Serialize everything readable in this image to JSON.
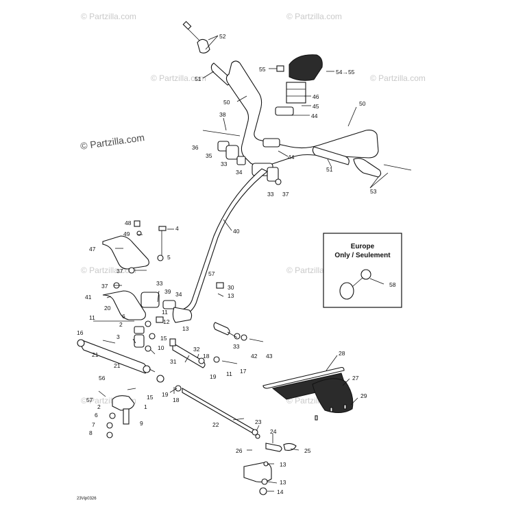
{
  "watermarks": [
    "© Partzilla.com",
    "© Partzilla.com",
    "© Partzilla.com",
    "© Partzilla.com",
    "© Partzilla.com",
    "© Partzilla.com",
    "© Partzilla.com",
    "© Partzilla.com"
  ],
  "watermark_main": "© Partzilla.com",
  "inset": {
    "title_line1": "Europe",
    "title_line2": "Only / Seulement",
    "callout": "58"
  },
  "drawing_code": "23Vip0326",
  "callouts": {
    "c52": "52",
    "c51a": "51",
    "c55": "55",
    "c54_55": "54→55",
    "c46": "46",
    "c45": "45",
    "c50a": "50",
    "c50b": "50",
    "c44a": "44",
    "c44b": "44",
    "c38": "38",
    "c36": "36",
    "c35": "35",
    "c33a": "33",
    "c34a": "34",
    "c33b": "33",
    "c37a": "37",
    "c51b": "51",
    "c53": "53",
    "c40": "40",
    "c48": "48",
    "c4": "4",
    "c49": "49",
    "c47": "47",
    "c5": "5",
    "c37b": "37",
    "c37c": "37",
    "c33c": "33",
    "c57a": "57",
    "c30": "30",
    "c41": "41",
    "c39": "39",
    "c34b": "34",
    "c13a": "13",
    "c11a": "11",
    "c20": "20",
    "c6": "6",
    "c2a": "2",
    "c11b": "11",
    "c12": "12",
    "c16": "16",
    "c3": "3",
    "c15a": "15",
    "c10": "10",
    "c21a": "21",
    "c13b": "13",
    "c33d": "33",
    "c42": "42",
    "c43": "43",
    "c31": "31",
    "c32": "32",
    "c18a": "18",
    "c21b": "21",
    "c17": "17",
    "c11c": "11",
    "c19a": "19",
    "c19b": "19",
    "c57b": "57",
    "c56": "56",
    "c15b": "15",
    "c1": "1",
    "c2b": "2",
    "c18b": "18",
    "c6b": "6",
    "c7": "7",
    "c9": "9",
    "c8": "8",
    "c22": "22",
    "c23": "23",
    "c24": "24",
    "c26": "26",
    "c25": "25",
    "c13c": "13",
    "c13d": "13",
    "c14": "14",
    "c28": "28",
    "c27": "27",
    "c29": "29"
  }
}
